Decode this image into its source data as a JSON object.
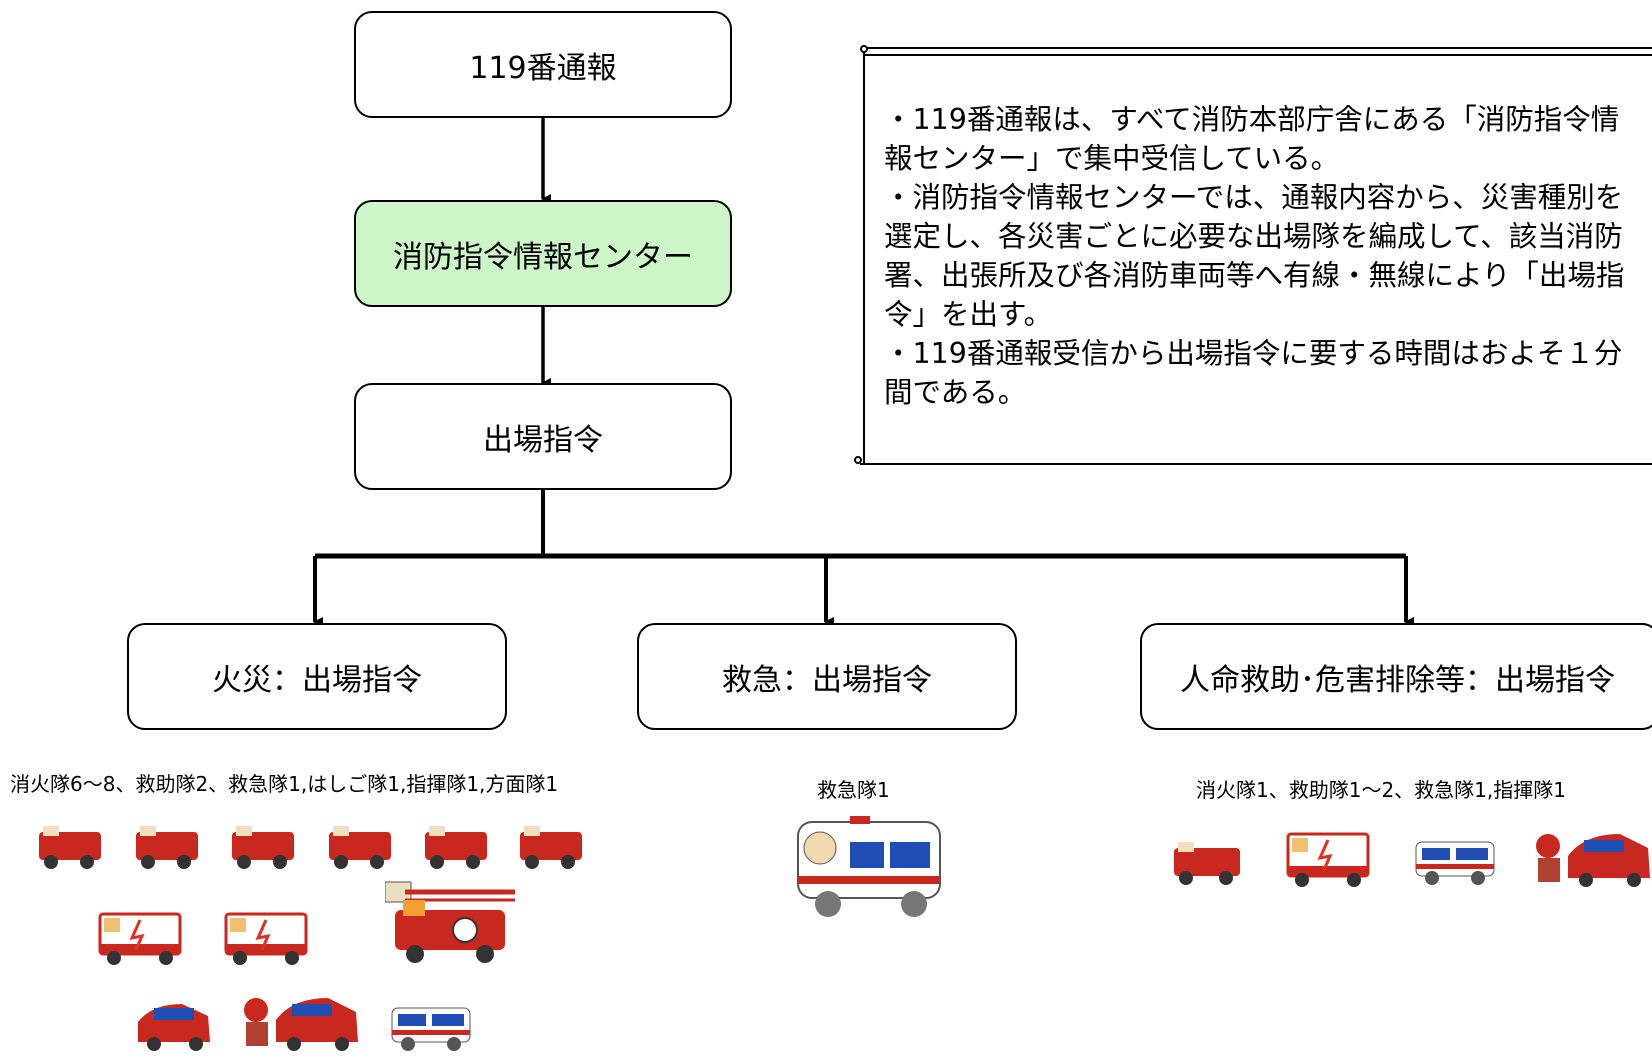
{
  "flow": {
    "call": "119番通報",
    "center": "消防指令情報センター",
    "dispatch": "出場指令"
  },
  "branches": {
    "fire": "火災：出場指令",
    "ems": "救急：出場指令",
    "rescue": "人命救助･危害排除等：出場指令"
  },
  "notes": [
    "・119番通報は、すべて消防本部庁舎にある「消防指令情報センター」で集中受信している。",
    "・消防指令情報センターでは、通報内容から、災害種別を選定し、各災害ごとに必要な出場隊を編成して、該当消防署、出張所及び各消防車両等へ有線・無線により「出場指令」を出す。",
    "・119番通報受信から出場指令に要する時間はおよそ１分間である。"
  ],
  "units": {
    "fire": "消火隊6～8、救助隊2、救急隊1,はしご隊1,指揮隊1,方面隊1",
    "ems": "救急隊1",
    "rescue": "消火隊1、救助隊1～2、救急隊1,指揮隊1"
  },
  "colors": {
    "center_fill": "#ccf5c8",
    "engine_red": "#c8281e",
    "ambulance_blue": "#1f4fb5"
  }
}
